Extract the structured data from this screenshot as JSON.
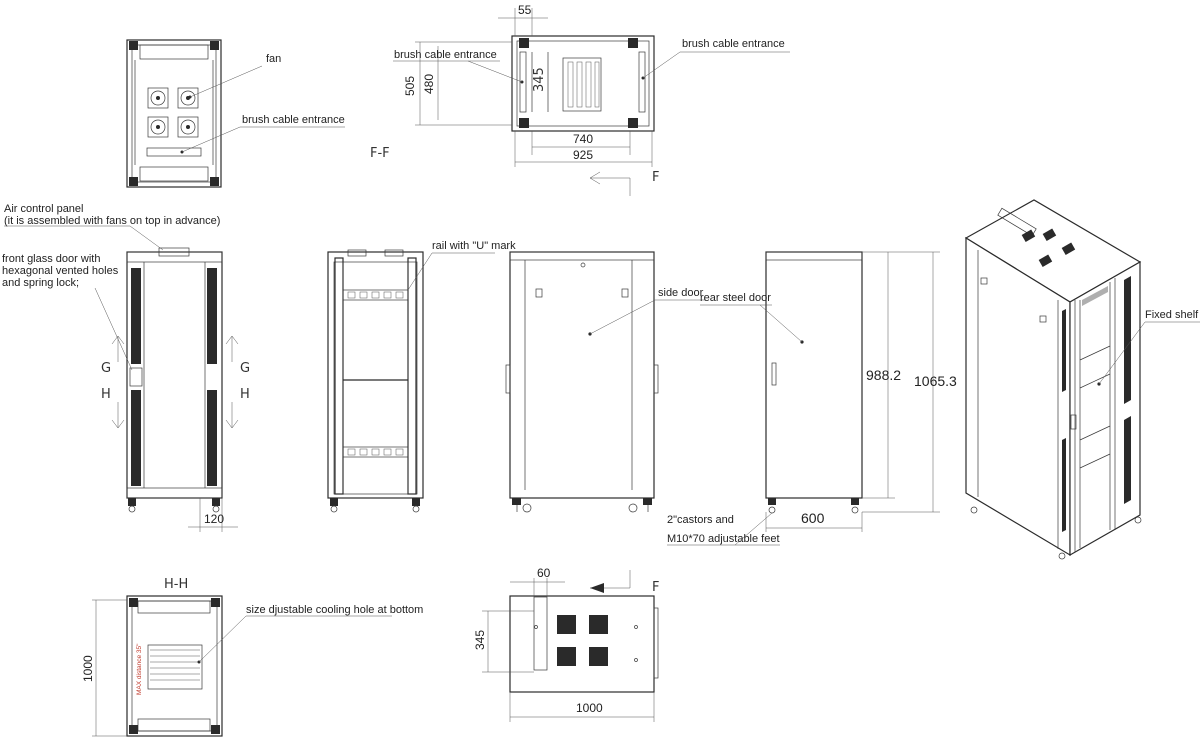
{
  "labels": {
    "fan": "fan",
    "brush_cable_entrance_top": "brush cable entrance",
    "brush_cable_entrance_left": "brush cable entrance",
    "brush_cable_entrance_right": "brush cable entrance",
    "air_control_panel_1": "Air control panel",
    "air_control_panel_2": "(it is assembled with fans on top in advance)",
    "front_glass_door_1": "front glass door with",
    "front_glass_door_2": "hexagonal vented holes",
    "front_glass_door_3": "and spring lock;",
    "rail_u_mark": "rail with \"U\" mark",
    "side_door": "side door",
    "rear_steel_door": "rear steel door",
    "fixed_shelf": "Fixed shelf",
    "castors_1": "2\"castors and",
    "castors_2": "M10*70 adjustable feet",
    "cooling_hole": "size djustable cooling hole at bottom",
    "max_distance": "MAX distance 35\""
  },
  "section_marks": {
    "ff": "F-F",
    "f_top": "F",
    "f_bottom": "F",
    "g_left": "G",
    "h_left": "H",
    "g_right": "G",
    "h_right": "H",
    "hh": "H-H"
  },
  "dimensions": {
    "d55": "55",
    "d505": "505",
    "d480": "480",
    "d345_top": "345",
    "d740": "740",
    "d925": "925",
    "d120": "120",
    "d988": "988.2",
    "d1065": "1065.3",
    "d600": "600",
    "d1000_left": "1000",
    "d60": "60",
    "d345_bottom": "345",
    "d1000_bottom": "1000"
  }
}
